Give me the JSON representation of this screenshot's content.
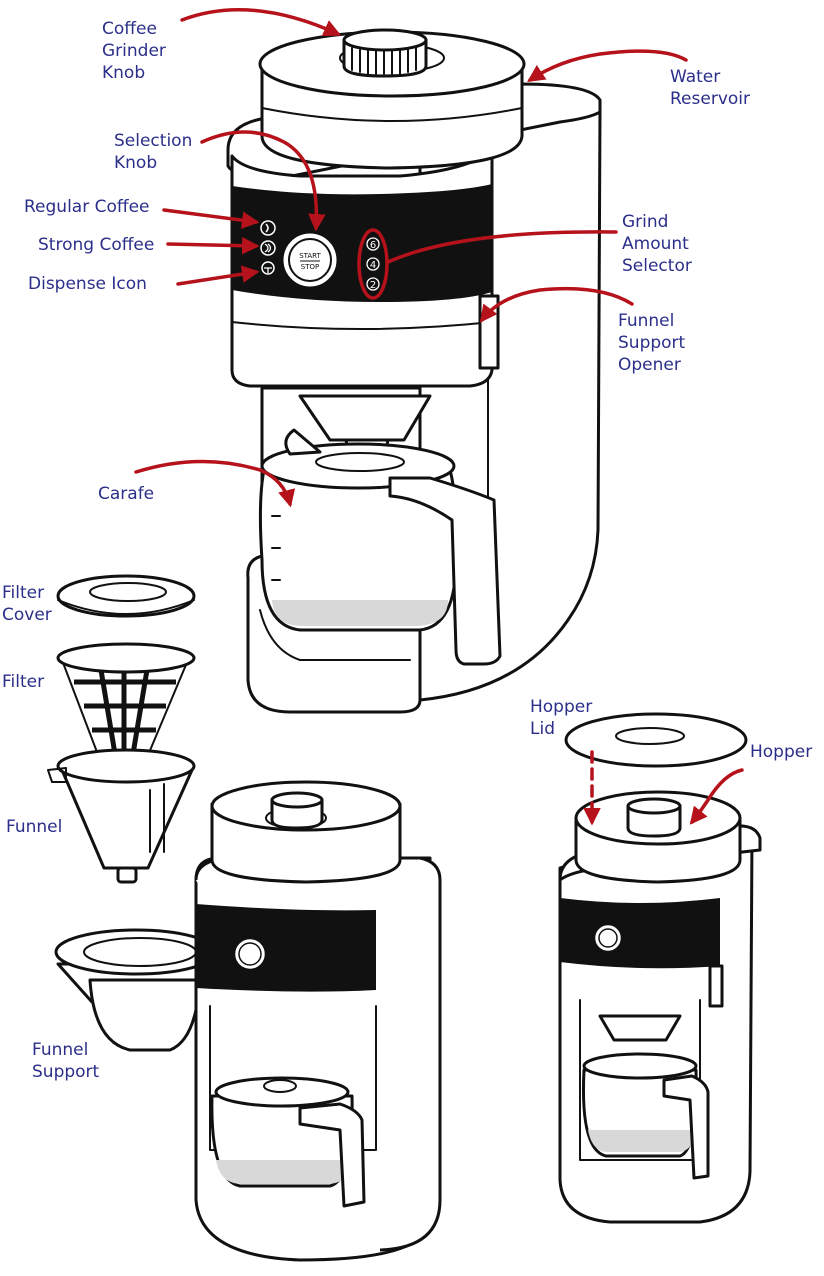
{
  "colors": {
    "label": "#2b2f8a",
    "callout": "#b5121b",
    "outline": "#111111"
  },
  "labels": {
    "grinder_knob": [
      "Coffee",
      "Grinder",
      "Knob"
    ],
    "water_reservoir": [
      "Water",
      "Reservoir"
    ],
    "selection_knob": [
      "Selection",
      "Knob"
    ],
    "regular_coffee": "Regular Coffee",
    "strong_coffee": "Strong Coffee",
    "dispense_icon": "Dispense Icon",
    "grind_amount": [
      "Grind",
      "Amount",
      "Selector"
    ],
    "funnel_support_opener": [
      "Funnel",
      "Support",
      "Opener"
    ],
    "carafe": "Carafe",
    "filter_cover": [
      "Filter",
      "Cover"
    ],
    "filter": "Filter",
    "funnel": "Funnel",
    "funnel_support": [
      "Funnel",
      "Support"
    ],
    "hopper_lid": [
      "Hopper",
      "Lid"
    ],
    "hopper": "Hopper"
  },
  "panel": {
    "start_stop": [
      "START",
      "STOP"
    ],
    "grind_numbers": [
      "6",
      "4",
      "2"
    ]
  },
  "icons": [
    "coffee-bean-icon",
    "strong-coffee-icon",
    "dispense-icon"
  ]
}
